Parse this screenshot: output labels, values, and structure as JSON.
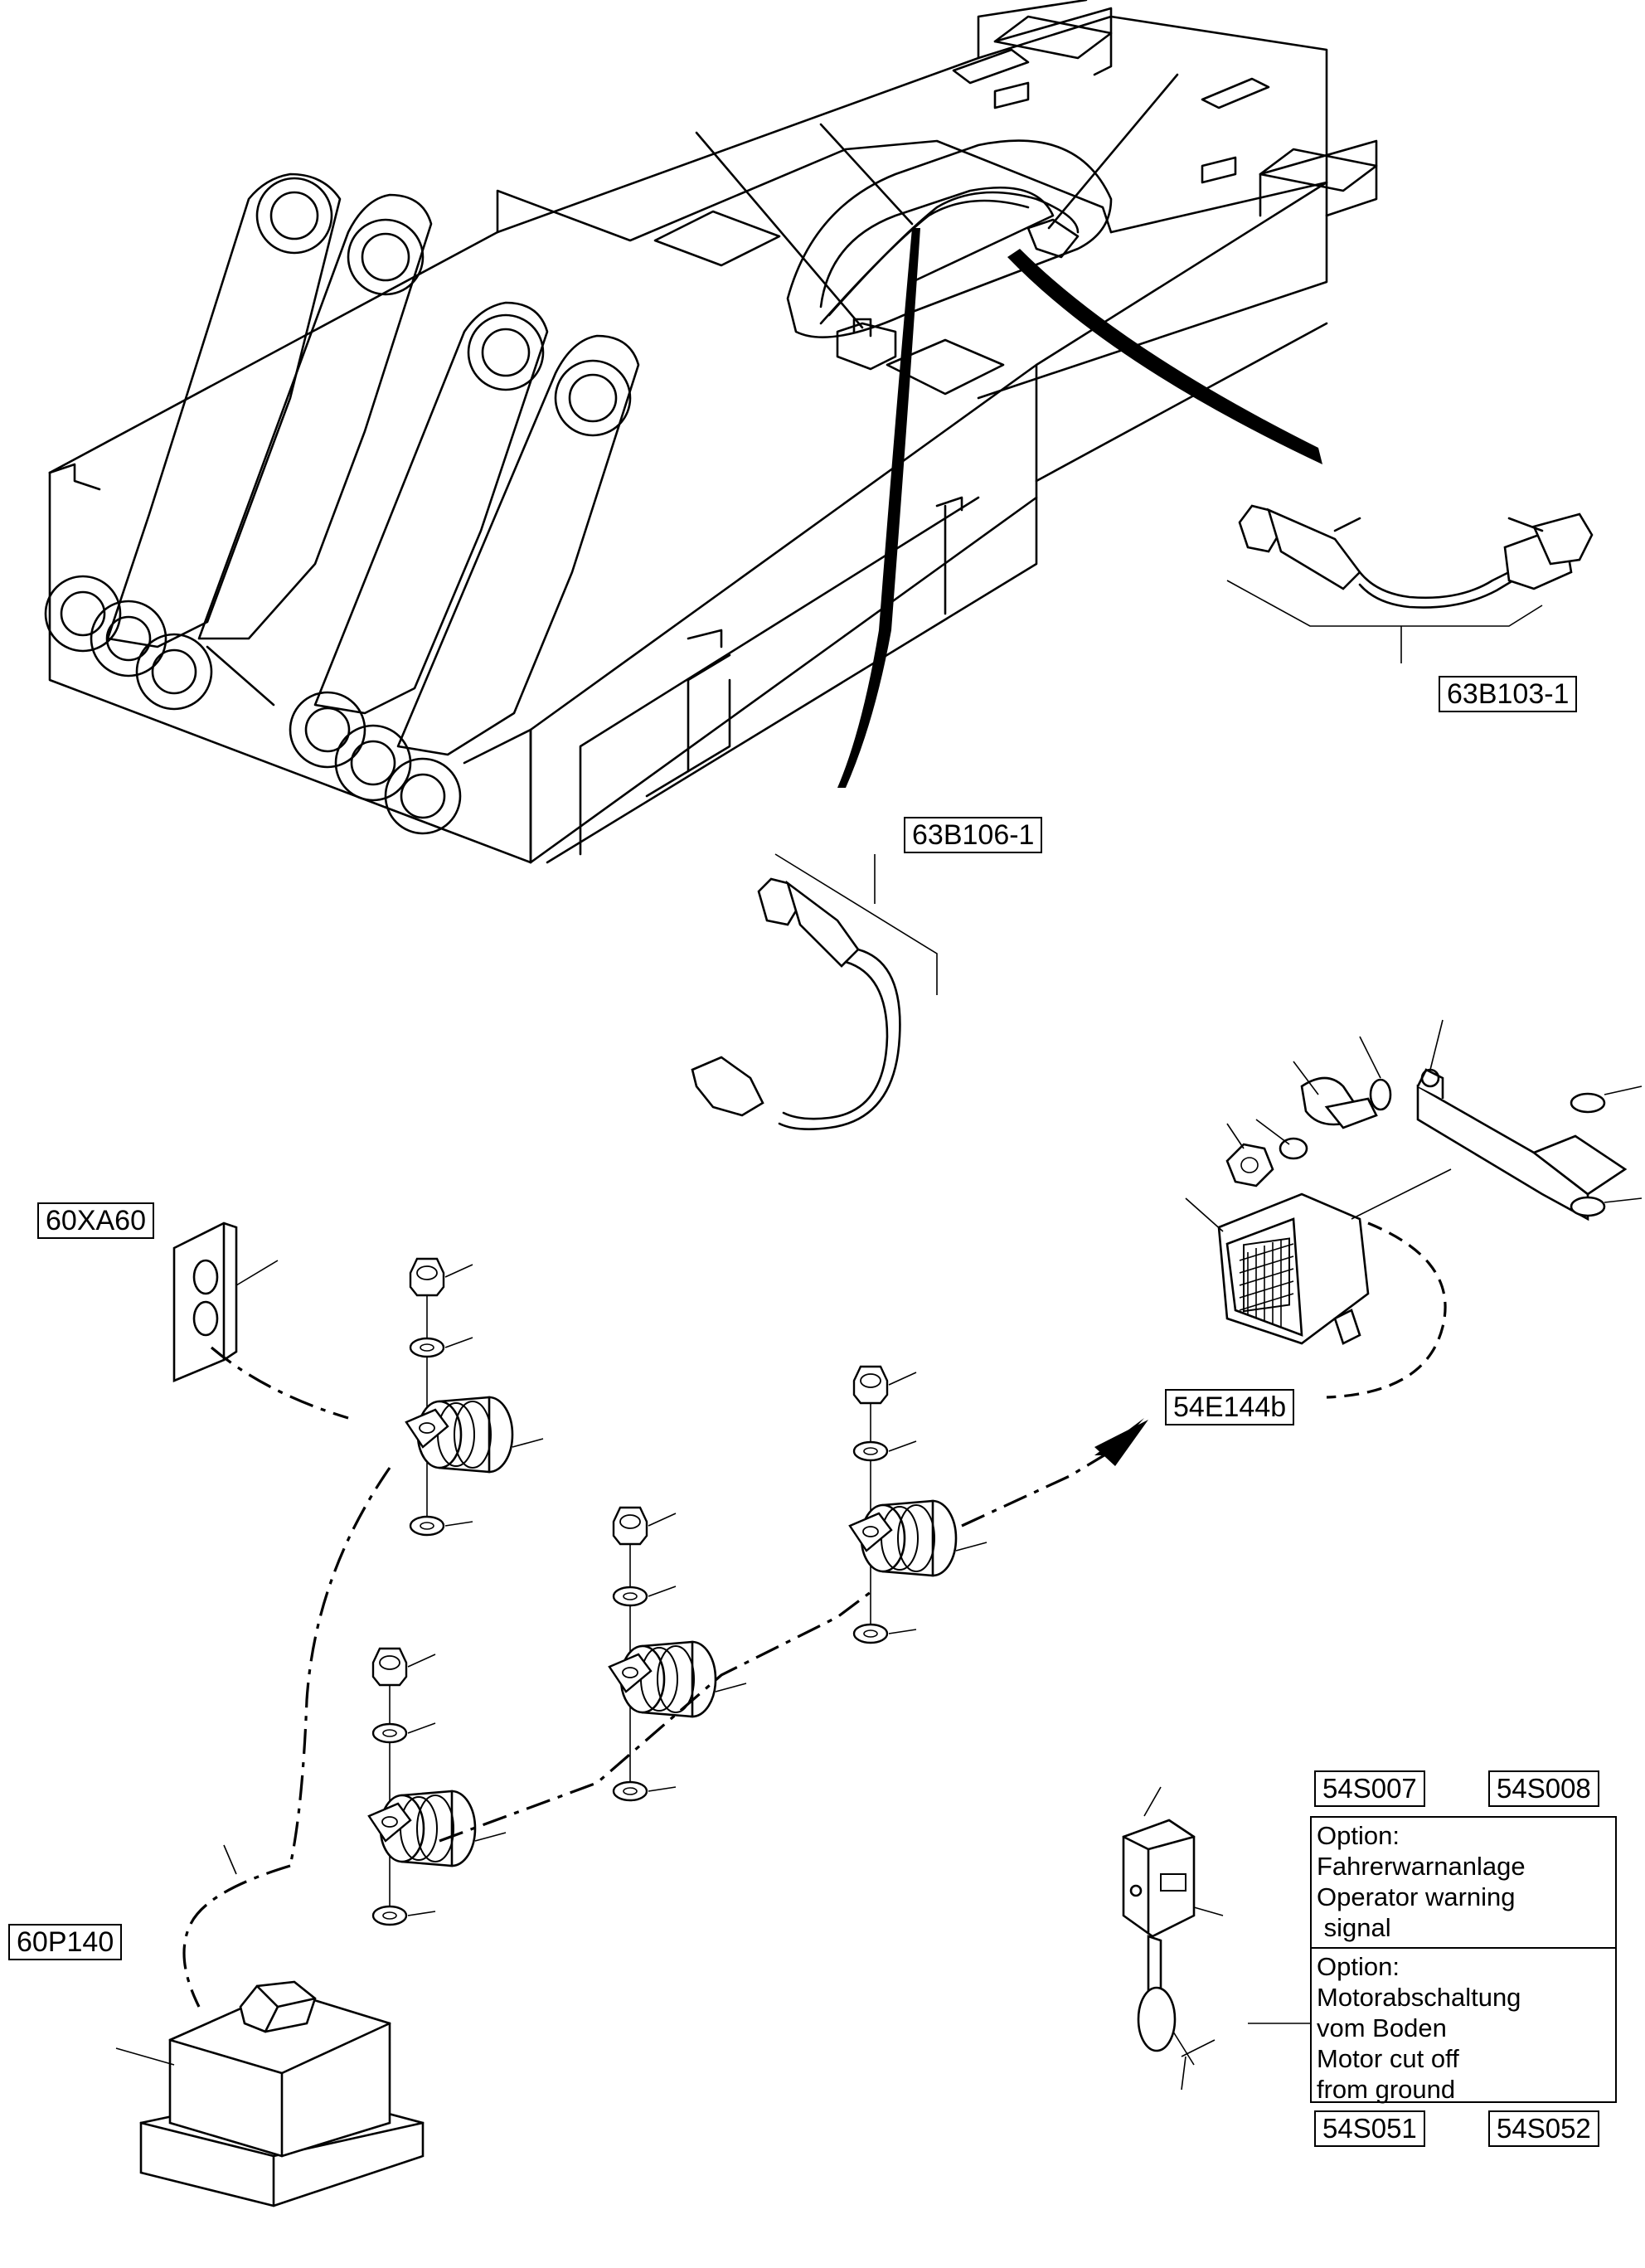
{
  "labels": {
    "sensor_top_right": "63B103-1",
    "sensor_mid": "63B106-1",
    "connector_left": "60XA60",
    "lamp_right": "54E144b",
    "pump_bottom_left": "60P140"
  },
  "options": {
    "codes_top_left": "54S007",
    "codes_top_right": "54S008",
    "codes_bottom_left": "54S051",
    "codes_bottom_right": "54S052",
    "block1": {
      "line1": "Option:",
      "line2": "Fahrerwarnanlage",
      "line3": "Operator warning",
      "line4": " signal"
    },
    "block2": {
      "line1": "Option:",
      "line2": "Motorabschaltung",
      "line3": "vom Boden",
      "line4": "Motor cut off",
      "line5": "from ground"
    }
  }
}
